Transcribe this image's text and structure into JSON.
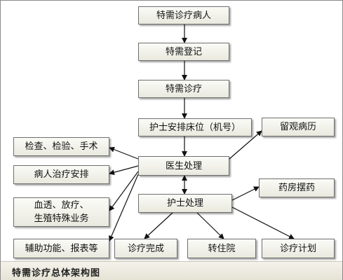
{
  "diagram": {
    "nodes": {
      "patient": "特需诊疗病人",
      "register": "特需登记",
      "diagnosis": "特需诊疗",
      "nurse_bed": "护士安排床位（机号）",
      "doctor": "医生处理",
      "observe": "留观病历",
      "check": "检查、检验、手术",
      "treat_plan": "病人治疗安排",
      "special_line1": "血透、放疗、",
      "special_line2": "生殖特殊业务",
      "aux": "辅助功能、报表等",
      "nurse": "护士处理",
      "pharmacy": "药房摆药",
      "done": "诊疗完成",
      "transfer": "转住院",
      "plan": "诊疗计划"
    },
    "caption": "特需诊疗总体架构图"
  },
  "colors": {
    "line": "#111111",
    "box_border": "#6f6f6f",
    "box_fill": "#f2f2ea"
  }
}
